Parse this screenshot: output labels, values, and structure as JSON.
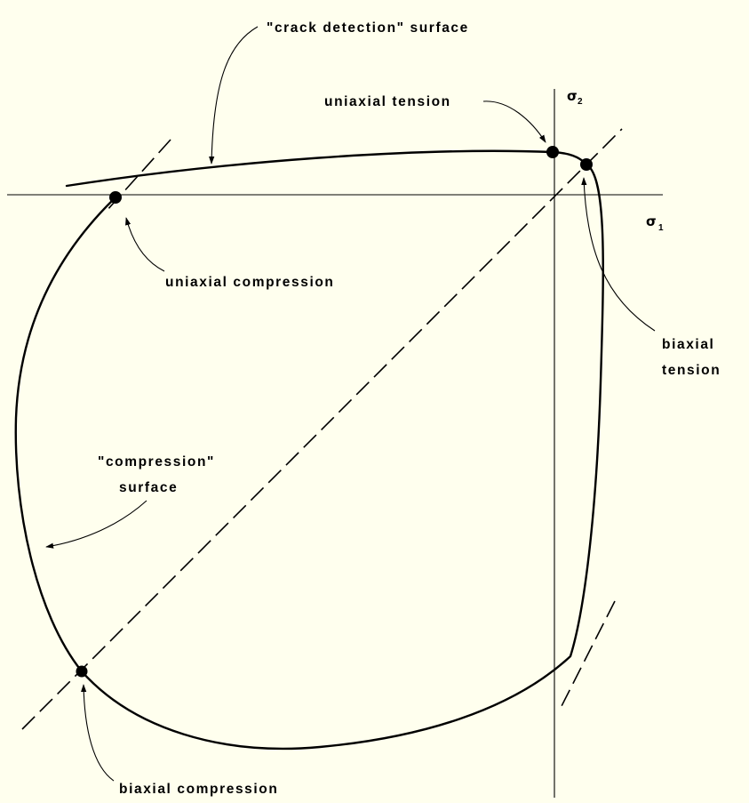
{
  "colors": {
    "background": "#ffffee",
    "ink": "#000000"
  },
  "axes": {
    "sigma1": {
      "symbol": "σ",
      "subscript": "1"
    },
    "sigma2": {
      "symbol": "σ",
      "subscript": "2"
    }
  },
  "labels": {
    "crack_detection_surface": "\"crack detection\" surface",
    "uniaxial_tension": "uniaxial tension",
    "uniaxial_compression": "uniaxial compression",
    "biaxial_tension_line1": "biaxial",
    "biaxial_tension_line2": "tension",
    "compression_surface_line1": "\"compression\"",
    "compression_surface_line2": "surface",
    "biaxial_compression": "biaxial compression"
  }
}
